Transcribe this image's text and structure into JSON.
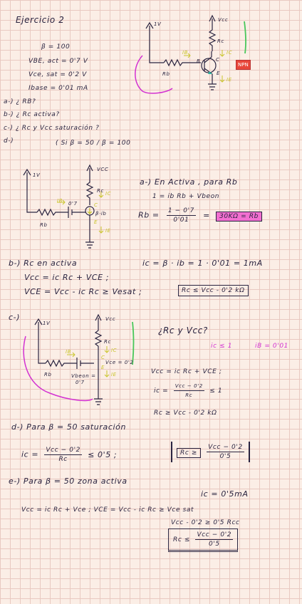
{
  "title": "Ejercicio 2",
  "params": {
    "beta": "β = 100",
    "vbe": "VBE, act = 0'7 V",
    "vce": "Vce, sat = 0'2 V",
    "ibase": "Ibase = 0'01 mA"
  },
  "questions": {
    "a": "a-) ¿ RB?",
    "b": "b-) ¿ Rc activa?",
    "c": "c-) ¿ Rc y Vcc saturación ?",
    "d": "d-)",
    "d_text": "( Si β = 50 / β = 100"
  },
  "circuit1": {
    "v1": "1V",
    "vcc": "Vcc",
    "rc": "Rc",
    "rb": "Rb",
    "ib": "IB",
    "ic": "IC",
    "ie": "IE",
    "c": "C",
    "e": "E",
    "b": "B",
    "npn": "NPN"
  },
  "circuit2": {
    "v1": "1V",
    "vcc": "VCC",
    "rc": "Rc",
    "rb": "Rb",
    "ib": "IB",
    "vbe": "0'7",
    "beta_ib": "β·ib",
    "ic": "IC",
    "ie": "IE",
    "c": "C",
    "e": "E"
  },
  "part_a": {
    "heading": "a-) En Activa , para Rb",
    "eq1": "1 = ib Rb + Vbeon",
    "rb_label": "Rb =",
    "num": "1 − 0'7",
    "den": "0'01",
    "eq_sign": "=",
    "result": "30KΩ = Rb"
  },
  "part_b": {
    "heading": "b-) Rc en activa",
    "ic_eq": "ic = β · ib = 1 · 0'01 = 1mA",
    "line2": "Vcc = ic Rc + VCE ;",
    "line3": "VCE = Vcc - ic Rc ≥ Vesat ;",
    "boxed": "Rc ≤ Vcc - 0'2 kΩ"
  },
  "circuit3": {
    "label": "c-)",
    "v1": "1V",
    "vcc": "Vcc",
    "rc": "Rc",
    "rb": "Rb",
    "ib": "IB",
    "ic": "IC",
    "ie": "IE",
    "vce": "Vce = 0'2",
    "vbe": "Vbeon =",
    "vbe_val": "0'7",
    "c": "C",
    "e": "E"
  },
  "part_c": {
    "heading": "¿Rc y Vcc?",
    "cond1": "ic ≤ 1",
    "cond2": "iB = 0'01",
    "eq1": "Vcc = ic Rc + VCE ;",
    "ic_lhs": "ic =",
    "num": "Vcc − 0'2",
    "den": "Rc",
    "le1": "≤ 1",
    "eq3": "Rc ≥ Vcc - 0'2 kΩ"
  },
  "part_d": {
    "heading": "d-) Para β = 50 saturación",
    "ic_lhs": "ic =",
    "num": "Vcc − 0'2",
    "den": "Rc",
    "le": "≤ 0'5 ;",
    "rc_lhs": "Rc ≥",
    "rc_num": "Vcc − 0'2",
    "rc_den": "0'5"
  },
  "part_e": {
    "heading": "e-) Para β = 50 zona activa",
    "ic": "ic = 0'5mA",
    "line1": "Vcc = ic Rc + Vce ; VCE = Vcc - ic Rc ≥ Vce sat",
    "line2": "Vcc - 0'2 ≥ 0'5 Rcc",
    "rc_lhs": "Rc ≤",
    "rc_num": "Vcc − 0'2",
    "rc_den": "0'5"
  }
}
